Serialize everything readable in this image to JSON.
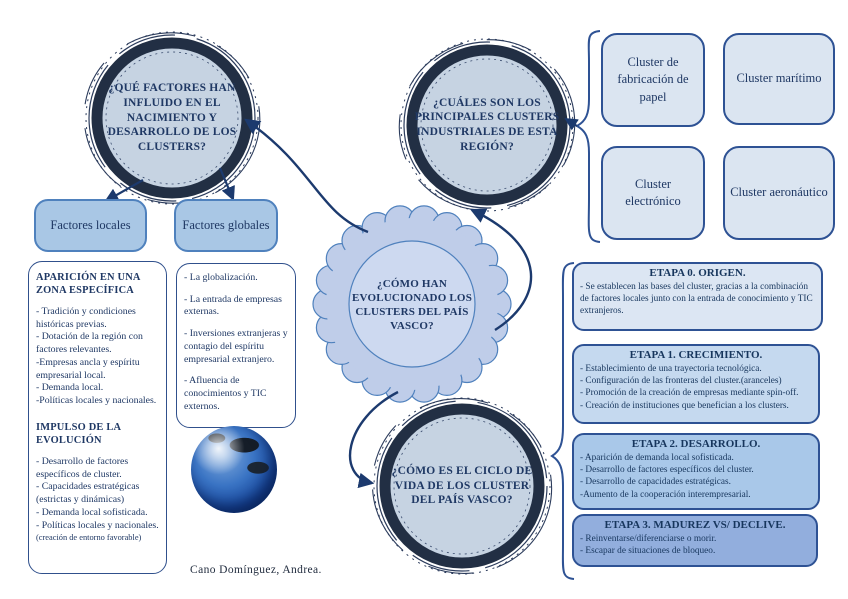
{
  "title": "Mapa conceptual de los clusters del País Vasco",
  "author": "Cano Domínguez, Andrea.",
  "palette": {
    "ring_navy": "#222f44",
    "circle_fill": "#c6d3e2",
    "text_navy": "#1f3864",
    "box_border_blue": "#2e5294",
    "cluster_fill": "#dbe5f1",
    "factor_fill": "#a9c7e5",
    "scallop_fill": "#bfcde9",
    "scallop_inner_fill": "#cdd9f0",
    "connector_navy": "#1c3a6e"
  },
  "icons": {
    "globe": "blue-earth-sphere"
  },
  "nodes": {
    "factors_question": "¿QUÉ FACTORES HAN INFLUIDO EN EL NACIMIENTO Y DESARROLLO DE LOS CLUSTERS?",
    "main_clusters_question": "¿CUÁLES SON LOS PRINCIPALES CLUSTERS INDUSTRIALES DE ESTA REGIÓN?",
    "evolution_question": "¿CÓMO HAN EVOLUCIONADO LOS CLUSTERS DEL PAÍS VASCO?",
    "lifecycle_question": "¿CÓMO ES EL CICLO DE VIDA DE LOS CLUSTER DEL PAÍS VASCO?"
  },
  "factor_boxes": {
    "local": "Factores locales",
    "global": "Factores globales"
  },
  "cluster_boxes": [
    "Cluster de fabricación de papel",
    "Cluster marítimo",
    "Cluster electrónico",
    "Cluster aeronáutico"
  ],
  "local_factors": {
    "heading1": "APARICIÓN EN UNA ZONA ESPECÍFICA",
    "items1": [
      "- Tradición y condiciones históricas previas.",
      "- Dotación de la región con factores relevantes.",
      "-Empresas ancla y espíritu empresarial local.",
      "- Demanda local.",
      "-Políticas locales y nacionales."
    ],
    "heading2": "IMPULSO DE LA EVOLUCIÓN",
    "items2": [
      "- Desarrollo de factores específicos de cluster.",
      "- Capacidades estratégicas (estrictas y dinámicas)",
      "- Demanda local sofisticada.",
      "- Políticas locales y nacionales."
    ],
    "note": "(creación de entorno favorable)"
  },
  "global_factors": {
    "items": [
      "- La globalización.",
      "- La entrada de empresas externas.",
      "- Inversiones extranjeras y contagio del espíritu empresarial extranjero.",
      "- Afluencia de conocimientos y TIC externos."
    ]
  },
  "stages": [
    {
      "title": "ETAPA 0. ORIGEN.",
      "fill": "#dce6f3",
      "items": [
        "- Se establecen las bases del cluster, gracias a la combinación de factores locales junto con la entrada de conocimiento y TIC extranjeros."
      ]
    },
    {
      "title": "ETAPA 1. CRECIMIENTO.",
      "fill": "#c5d9ef",
      "items": [
        "- Establecimiento de una trayectoria tecnológica.",
        "- Configuración de las fronteras del cluster.(aranceles)",
        "- Promoción de la creación de empresas mediante spin-off.",
        "- Creación de instituciones que benefician a los clusters."
      ]
    },
    {
      "title": "ETAPA 2. DESARROLLO.",
      "fill": "#a9c8e9",
      "items": [
        "- Aparición de demanda local sofisticada.",
        "- Desarrollo de factores específicos del cluster.",
        "- Desarrollo de capacidades estratégicas.",
        "-Aumento de la cooperación interempresarial."
      ]
    },
    {
      "title": "ETAPA 3. MADUREZ VS/ DECLIVE.",
      "fill": "#92aedd",
      "items": [
        "- Reinventarse/diferenciarse o morir.",
        "- Escapar de situaciones de bloqueo."
      ]
    }
  ]
}
